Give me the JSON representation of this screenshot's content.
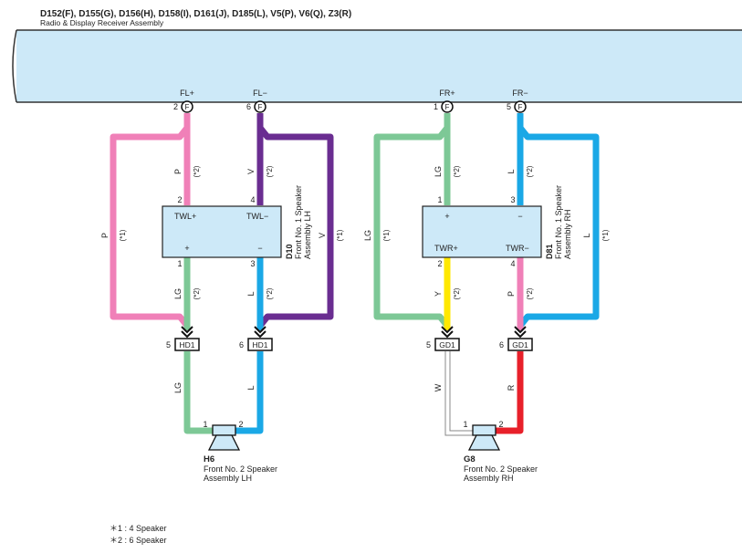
{
  "header": {
    "connectors": "D152(F), D155(G), D156(H), D158(I), D161(J), D185(L), V5(P), V6(Q), Z3(R)",
    "assembly": "Radio & Display Receiver Assembly"
  },
  "colors": {
    "pink": "#f080b8",
    "purple": "#6a2d91",
    "green": "#7dc896",
    "blue": "#1aa8e6",
    "yellow": "#ffe800",
    "red": "#e8202a",
    "white_wire": "#999999",
    "receiver_fill": "#cde9f8",
    "box_fill": "#cde9f8"
  },
  "receiver_pins": {
    "fl_plus": {
      "label": "FL+",
      "pin": "2",
      "conn": "F"
    },
    "fl_minus": {
      "label": "FL−",
      "pin": "6",
      "conn": "F"
    },
    "fr_plus": {
      "label": "FR+",
      "pin": "1",
      "conn": "F"
    },
    "fr_minus": {
      "label": "FR−",
      "pin": "5",
      "conn": "F"
    }
  },
  "left": {
    "wire_upper_plus": "P",
    "wire_upper_minus": "V",
    "wire_outer_plus": "P",
    "wire_outer_minus": "V",
    "wire_lower_plus": "LG",
    "wire_lower_minus": "L",
    "wire_bottom_plus": "LG",
    "wire_bottom_minus": "L",
    "note_inner": "(*2)",
    "note_outer": "(*1)",
    "speaker1": {
      "id": "D10",
      "name1": "Front No. 1 Speaker",
      "name2": "Assembly LH",
      "top_plus": "TWL+",
      "top_minus": "TWL−",
      "bot_plus": "+",
      "bot_minus": "−",
      "pin_top_plus": "2",
      "pin_top_minus": "4",
      "pin_bot_plus": "1",
      "pin_bot_minus": "3"
    },
    "junction": {
      "name": "HD1",
      "pin_plus": "5",
      "pin_minus": "6"
    },
    "speaker2": {
      "id": "H6",
      "name1": "Front No.  2 Speaker",
      "name2": "Assembly LH",
      "pin_plus": "1",
      "pin_minus": "2"
    }
  },
  "right": {
    "wire_upper_plus": "LG",
    "wire_upper_minus": "L",
    "wire_outer_plus": "LG",
    "wire_outer_minus": "L",
    "wire_lower_plus": "Y",
    "wire_lower_minus": "P",
    "wire_bottom_plus": "W",
    "wire_bottom_minus": "R",
    "note_inner": "(*2)",
    "note_outer": "(*1)",
    "speaker1": {
      "id": "D81",
      "name1": "Front No. 1 Speaker",
      "name2": "Assembly RH",
      "top_plus": "+",
      "top_minus": "−",
      "bot_plus": "TWR+",
      "bot_minus": "TWR−",
      "pin_top_plus": "1",
      "pin_top_minus": "3",
      "pin_bot_plus": "2",
      "pin_bot_minus": "4"
    },
    "junction": {
      "name": "GD1",
      "pin_plus": "5",
      "pin_minus": "6"
    },
    "speaker2": {
      "id": "G8",
      "name1": "Front No.  2 Speaker",
      "name2": "Assembly RH",
      "pin_plus": "1",
      "pin_minus": "2"
    }
  },
  "footnotes": [
    "＊1 : 4 Speaker",
    "＊2 : 6 Speaker"
  ]
}
